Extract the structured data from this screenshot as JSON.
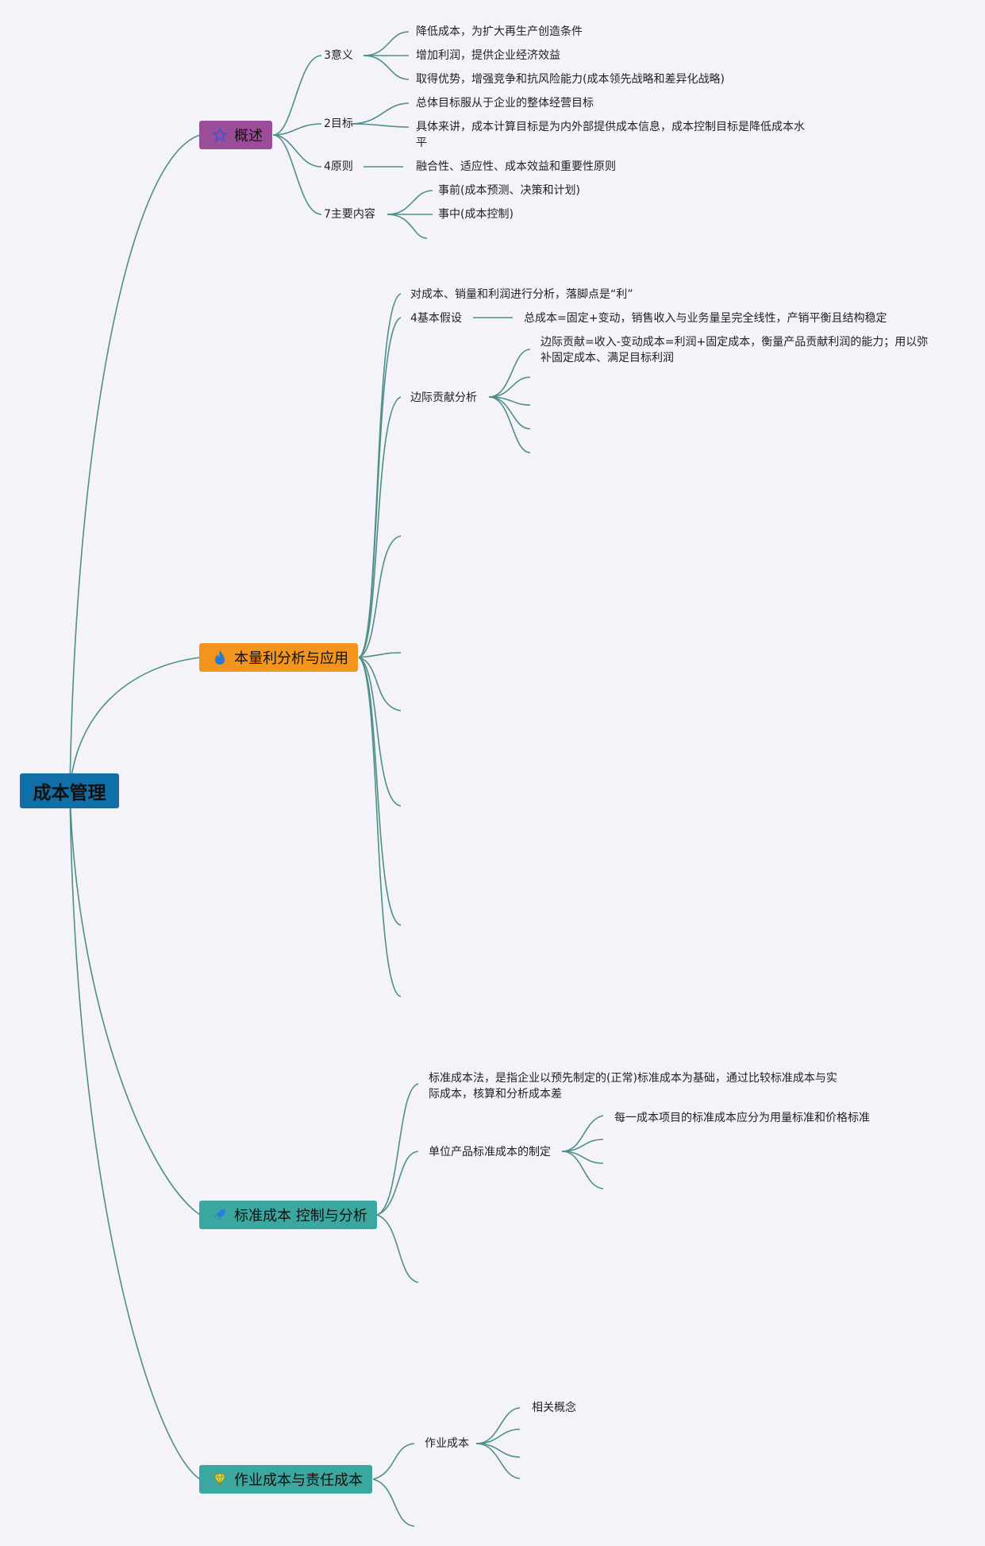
{
  "root": "成本管理",
  "colors": {
    "root": "#0f6fa6",
    "overview": "#9c4d9a",
    "cvp": "#f3951d",
    "standard": "#3aa8a0",
    "activity": "#3aa8a0",
    "line": "#4f8f86"
  },
  "overview": {
    "title": "概述",
    "icon": "star-icon",
    "meaning": {
      "label": "3意义",
      "items": [
        "降低成本，为扩大再生产创造条件",
        "增加利润，提供企业经济效益",
        "取得优势，增强竞争和抗风险能力(成本领先战略和差异化战略)"
      ]
    },
    "goal": {
      "label": "2目标",
      "items": [
        "总体目标服从于企业的整体经营目标",
        "具体来讲，成本计算目标是为内外部提供成本信息，成本控制目标是降低成本水平"
      ]
    },
    "principle": {
      "label": "4原则",
      "items": [
        "融合性、适应性、成本效益和重要性原则"
      ]
    },
    "content": {
      "label": "7主要内容",
      "items": [
        "事前(成本预测、决策和计划)",
        "事中(成本控制)"
      ]
    }
  },
  "cvp": {
    "title": "本量利分析与应用",
    "icon": "flame-icon",
    "intro": "对成本、销量和利润进行分析，落脚点是“利”",
    "assumption": {
      "label": "4基本假设",
      "item": "总成本=固定+变动，销售收入与业务量呈完全线性，产销平衡且结构稳定"
    },
    "margin": {
      "label": "边际贡献分析",
      "item": "边际贡献=收入-变动成本=利润+固定成本，衡量产品贡献利润的能力；用以弥补固定成本、满足目标利润"
    }
  },
  "standard": {
    "title": "标准成本 控制与分析",
    "icon": "rocket-icon",
    "intro": "标准成本法，是指企业以预先制定的(正常)标准成本为基础，通过比较标准成本与实际成本，核算和分析成本差",
    "unit": {
      "label": "单位产品标准成本的制定",
      "item": "每一成本项目的标准成本应分为用量标准和价格标准"
    }
  },
  "activity": {
    "title": "作业成本与责任成本",
    "icon": "diamond-icon",
    "abc": {
      "label": "作业成本",
      "item": "相关概念"
    }
  }
}
